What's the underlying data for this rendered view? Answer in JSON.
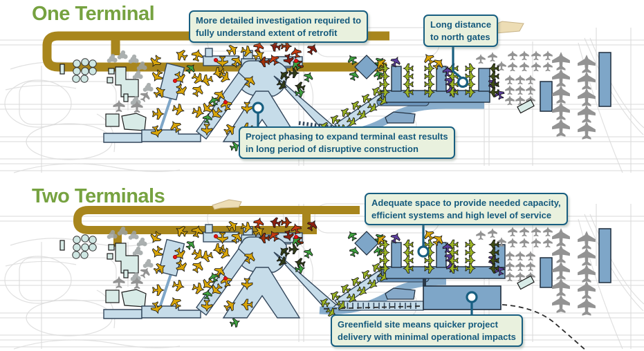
{
  "panels": [
    {
      "id": "one-terminal",
      "title": "One Terminal",
      "callouts": [
        {
          "id": "retrofit-note",
          "text": "More detailed investigation required to\nfully understand extent of retrofit"
        },
        {
          "id": "north-gates-note",
          "text": "Long distance\nto north gates"
        },
        {
          "id": "phasing-note",
          "text": "Project phasing to expand terminal east results\nin long period of disruptive construction"
        }
      ]
    },
    {
      "id": "two-terminals",
      "title": "Two Terminals",
      "callouts": [
        {
          "id": "capacity-note",
          "text": "Adequate space to provide needed capacity,\nefficient systems and high level of service"
        },
        {
          "id": "greenfield-note",
          "text": "Greenfield site means quicker project\ndelivery with minimal operational impacts"
        }
      ]
    }
  ],
  "colors": {
    "title_green": "#76A240",
    "highway_gold": "#A8861D",
    "callout_bg": "#E9F1DE",
    "callout_border": "#175E80",
    "callout_text": "#14597C",
    "leader": "#175E80",
    "terminal_fill": "#C6DCE9",
    "terminal_outline": "#33475C",
    "steel_blue": "#7EA6C8",
    "steel_dark": "#6E97BD",
    "steel_outline": "#1F2D3D",
    "teal_building": "#D8EBE7",
    "tank_fill": "#CFE7E3",
    "building_outline": "#1a1a1a",
    "road_gray": "#DBDBDB",
    "aircraft_gold": "#D9A509",
    "aircraft_yellow_green": "#9CB525",
    "aircraft_green": "#3FA33F",
    "aircraft_red": "#C63A10",
    "aircraft_dark_red": "#8E1F10",
    "aircraft_purple": "#5C3E9E",
    "aircraft_dark_olive": "#3F4D16",
    "aircraft_gray": "#939393",
    "red_dot": "#E01515",
    "tan_fill": "#EDDDB5",
    "rail_dark": "#2A2A2A",
    "tree_gray": "#9DA3A3"
  },
  "icons": {
    "airplane-icon": "top-view aircraft silhouette",
    "tree-icon": "tree canopy blob",
    "leader-dot-icon": "hollow circle marker at end of callout leader line"
  }
}
